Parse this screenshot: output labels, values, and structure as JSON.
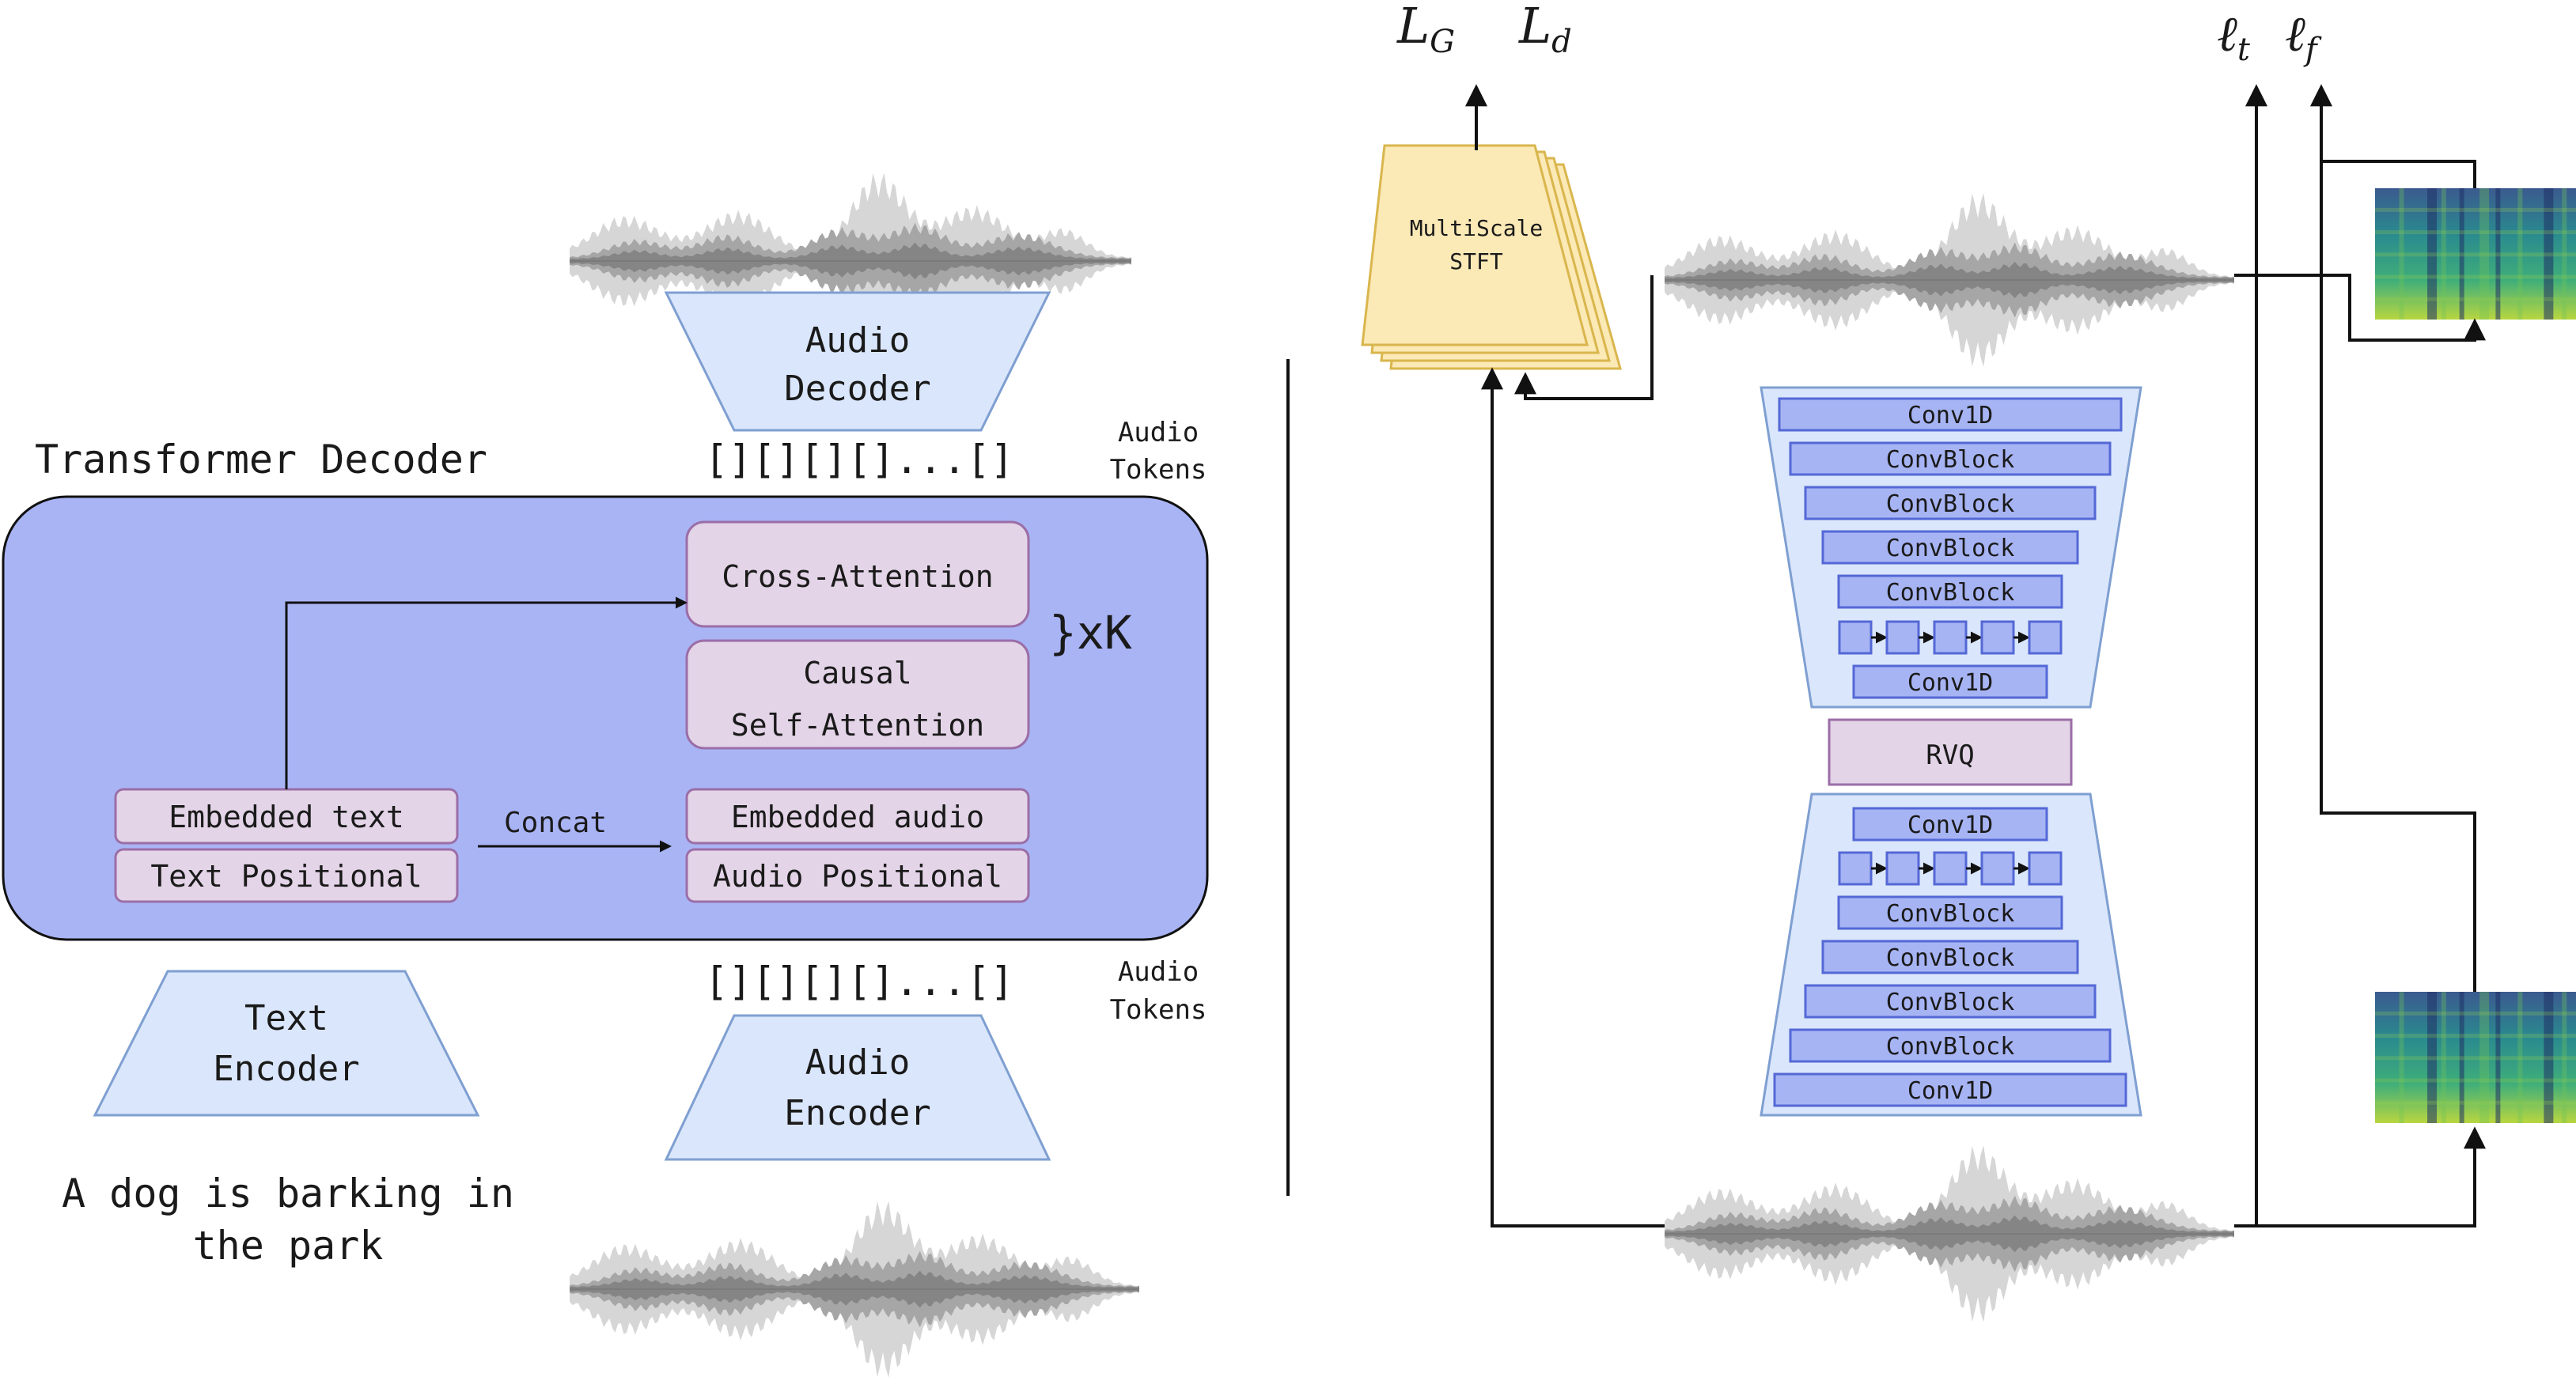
{
  "left": {
    "transformer_title": "Transformer Decoder",
    "cross_attention": "Cross-Attention",
    "causal_line1": "Causal",
    "causal_line2": "Self-Attention",
    "repeat_label": "}xK",
    "embedded_text": "Embedded text",
    "text_positional": "Text Positional",
    "concat": "Concat",
    "embedded_audio": "Embedded audio",
    "audio_positional": "Audio Positional",
    "audio_decoder_line1": "Audio",
    "audio_decoder_line2": "Decoder",
    "tokens_top": "[][][][]...[]",
    "tokens_bottom": "[][][][]...[]",
    "audio_tokens_top_line1": "Audio",
    "audio_tokens_top_line2": "Tokens",
    "audio_tokens_bottom_line1": "Audio",
    "audio_tokens_bottom_line2": "Tokens",
    "text_encoder_line1": "Text",
    "text_encoder_line2": "Encoder",
    "audio_encoder_line1": "Audio",
    "audio_encoder_line2": "Encoder",
    "prompt_line1": "A dog is barking in",
    "prompt_line2": "the park"
  },
  "right": {
    "loss_g": "L_G",
    "loss_d": "L_d",
    "loss_t": "ℓ_t",
    "loss_f": "ℓ_f",
    "stft_line1": "MultiScale",
    "stft_line2": "STFT",
    "encoder_blocks": [
      "Conv1D",
      "ConvBlock",
      "ConvBlock",
      "ConvBlock",
      "ConvBlock",
      "",
      "Conv1D"
    ],
    "rvq": "RVQ",
    "decoder_blocks": [
      "Conv1D",
      "",
      "ConvBlock",
      "ConvBlock",
      "ConvBlock",
      "ConvBlock",
      "Conv1D"
    ]
  },
  "colors": {
    "transformer_bg": "#a9b4f5",
    "attention_fill": "#e3d4e7",
    "attention_stroke": "#9b6ea7",
    "codec_shape_fill": "#dae6fb",
    "codec_shape_stroke": "#7f9fd1",
    "conv_block_fill": "#a7b4f4",
    "conv_block_stroke": "#5468d6",
    "stft_fill": "#fbe9b6",
    "stft_stroke": "#d9b64d",
    "waveform": "#6e6e6e",
    "spectrogram_base": "#2a8a8f"
  }
}
